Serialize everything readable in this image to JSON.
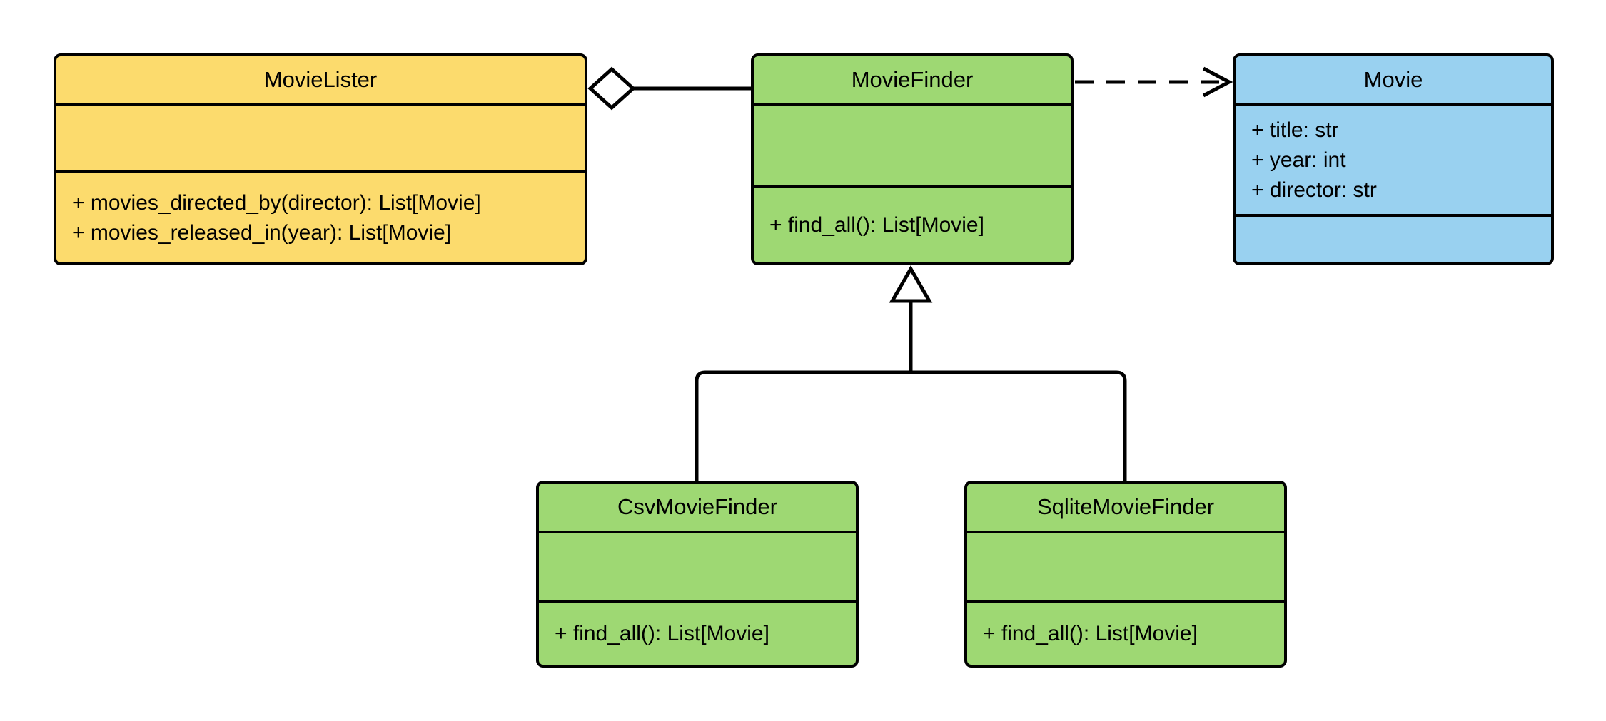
{
  "diagram": {
    "type": "uml-class-diagram",
    "background": "#ffffff",
    "colors": {
      "yellow_fill": "#FCDB6D",
      "green_fill": "#9ED873",
      "blue_fill": "#99D1F0",
      "stroke": "#000000"
    },
    "classes": [
      {
        "name": "MovieLister",
        "fill": "#FCDB6D",
        "attributes": [],
        "methods": [
          "+ movies_directed_by(director): List[Movie]",
          "+ movies_released_in(year): List[Movie]"
        ]
      },
      {
        "name": "MovieFinder",
        "fill": "#9ED873",
        "attributes": [],
        "methods": [
          "+ find_all(): List[Movie]"
        ]
      },
      {
        "name": "Movie",
        "fill": "#99D1F0",
        "attributes": [
          "+ title: str",
          "+ year: int",
          "+ director: str"
        ],
        "methods": []
      },
      {
        "name": "CsvMovieFinder",
        "fill": "#9ED873",
        "attributes": [],
        "methods": [
          "+ find_all(): List[Movie]"
        ]
      },
      {
        "name": "SqliteMovieFinder",
        "fill": "#9ED873",
        "attributes": [],
        "methods": [
          "+ find_all(): List[Movie]"
        ]
      }
    ],
    "relationships": [
      {
        "type": "aggregation",
        "from": "MovieLister",
        "to": "MovieFinder",
        "marker": "hollow-diamond",
        "line": "solid"
      },
      {
        "type": "dependency",
        "from": "MovieFinder",
        "to": "Movie",
        "marker": "open-arrow",
        "line": "dashed"
      },
      {
        "type": "generalization",
        "from": "CsvMovieFinder",
        "to": "MovieFinder",
        "marker": "hollow-triangle",
        "line": "solid"
      },
      {
        "type": "generalization",
        "from": "SqliteMovieFinder",
        "to": "MovieFinder",
        "marker": "hollow-triangle",
        "line": "solid"
      }
    ]
  }
}
